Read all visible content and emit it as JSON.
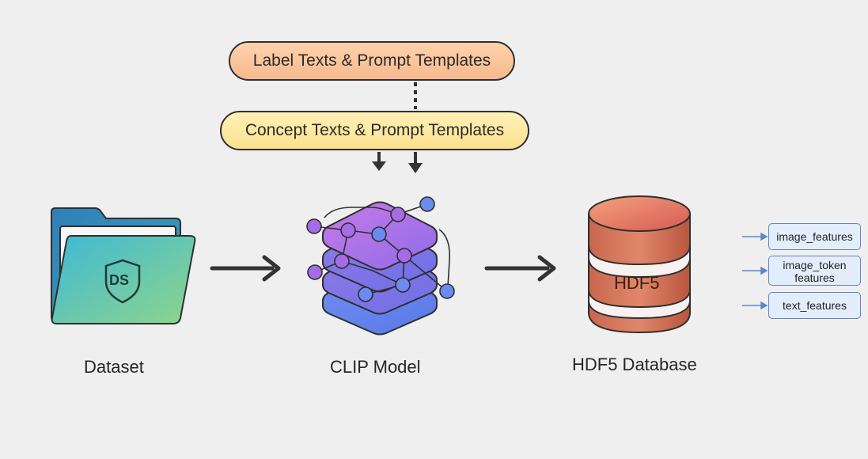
{
  "prompts": {
    "label_templates": "Label Texts & Prompt Templates",
    "concept_templates": "Concept Texts & Prompt Templates"
  },
  "nodes": {
    "dataset": {
      "badge": "DS",
      "caption": "Dataset"
    },
    "clip": {
      "caption": "CLIP Model"
    },
    "hdf5": {
      "badge": "HDF5",
      "caption": "HDF5 Database"
    }
  },
  "features": [
    {
      "label": "image_features"
    },
    {
      "label": "image_token\nfeatures"
    },
    {
      "label": "text_features"
    }
  ],
  "colors": {
    "background": "#efefef",
    "arrow": "#333333",
    "feature_border": "#5b86c9",
    "feature_fill": "#e4edfb",
    "label_pill": "#f7b98e",
    "concept_pill": "#fbe18f",
    "database": "#d0624a",
    "clip_layers": "#7a63e6"
  },
  "icons": {
    "dataset": "folder-icon",
    "clip": "neural-network-stack-icon",
    "hdf5": "database-cylinder-icon"
  }
}
